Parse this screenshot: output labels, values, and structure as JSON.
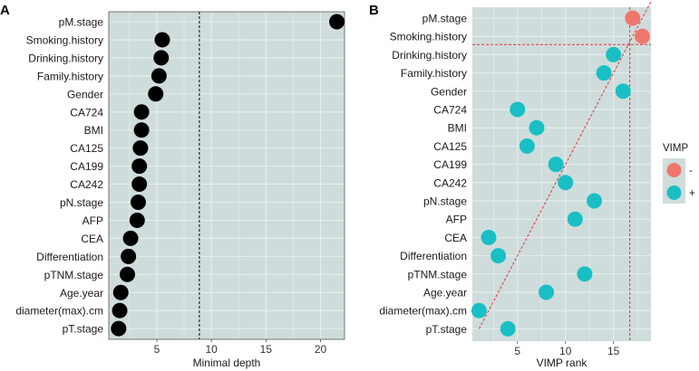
{
  "chart_data": [
    {
      "type": "scatter",
      "panel_label": "A",
      "categories": [
        "pM.stage",
        "Smoking.history",
        "Drinking.history",
        "Family.history",
        "Gender",
        "CA724",
        "BMI",
        "CA125",
        "CA199",
        "CA242",
        "pN.stage",
        "AFP",
        "CEA",
        "Differentiation",
        "pTNM.stage",
        "Age.year",
        "diameter(max).cm",
        "pT.stage"
      ],
      "values": [
        21.5,
        5.5,
        5.4,
        5.2,
        4.9,
        3.6,
        3.6,
        3.5,
        3.4,
        3.4,
        3.3,
        3.2,
        2.6,
        2.4,
        2.3,
        1.7,
        1.6,
        1.5
      ],
      "xlabel": "Minimal depth",
      "ylabel": "",
      "xlim": [
        0.6,
        22.2
      ],
      "xticks": [
        "5",
        "10",
        "15",
        "20"
      ],
      "xtick_values": [
        5,
        10,
        15,
        20
      ],
      "threshold": 8.9,
      "colors": {
        "background": "#cfdcdc",
        "grid": "#e8efef",
        "point": "#000000",
        "threshold_line": "#000000"
      },
      "grid": true
    },
    {
      "type": "scatter",
      "panel_label": "B",
      "categories": [
        "pM.stage",
        "Smoking.history",
        "Drinking.history",
        "Family.history",
        "Gender",
        "CA724",
        "BMI",
        "CA125",
        "CA199",
        "CA242",
        "pN.stage",
        "AFP",
        "CEA",
        "Differentiation",
        "pTNM.stage",
        "Age.year",
        "diameter(max).cm",
        "pT.stage"
      ],
      "values": [
        17,
        18,
        15,
        14,
        16,
        5,
        7,
        6,
        9,
        10,
        13,
        11,
        2,
        3,
        12,
        8,
        1,
        4
      ],
      "vimp_sign": [
        "-",
        "-",
        "+",
        "+",
        "+",
        "+",
        "+",
        "+",
        "+",
        "+",
        "+",
        "+",
        "+",
        "+",
        "+",
        "+",
        "+",
        "+"
      ],
      "xlabel": "VIMP rank",
      "ylabel": "",
      "xlim": [
        0.3,
        18.9
      ],
      "xticks": [
        "5",
        "10",
        "15"
      ],
      "xtick_values": [
        5,
        10,
        15
      ],
      "cutoff_rank": 16.7,
      "legend": {
        "title": "VIMP",
        "entries": [
          "-",
          "+"
        ],
        "placement": "right"
      },
      "colors": {
        "background": "#cfdcdc",
        "grid": "#e8efef",
        "negative": "#f0766d",
        "positive": "#19bfc4",
        "reference_line": "#e0353a"
      },
      "grid": true
    }
  ]
}
